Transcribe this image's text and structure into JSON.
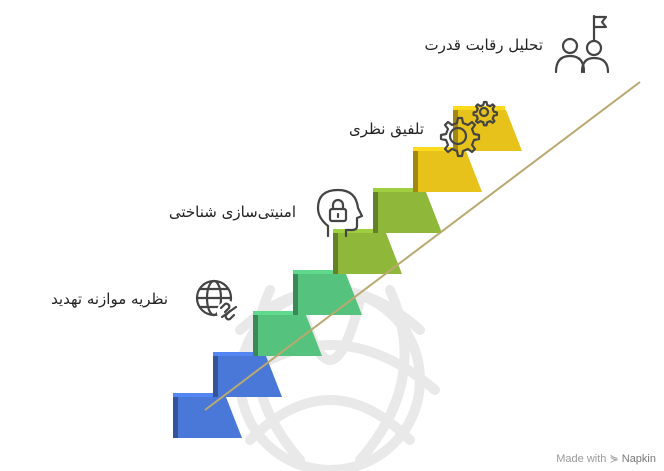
{
  "diagram": {
    "type": "staircase",
    "steps": [
      {
        "label": "نظریه موازنه تهدید",
        "color": "#4a78d8",
        "icon": "globe-unlink-icon"
      },
      {
        "label": "امنیتی‌سازی شناختی",
        "color": "#55c27d",
        "icon": "head-lock-icon"
      },
      {
        "label": "تلفیق نظری",
        "color": "#8fb83a",
        "icon": "gears-icon"
      },
      {
        "label": "تحلیل رقابت قدرت",
        "color": "#e6c21a",
        "icon": "people-flag-icon"
      }
    ]
  },
  "watermark": {
    "prefix": "Made with",
    "brand": "Napkin"
  }
}
